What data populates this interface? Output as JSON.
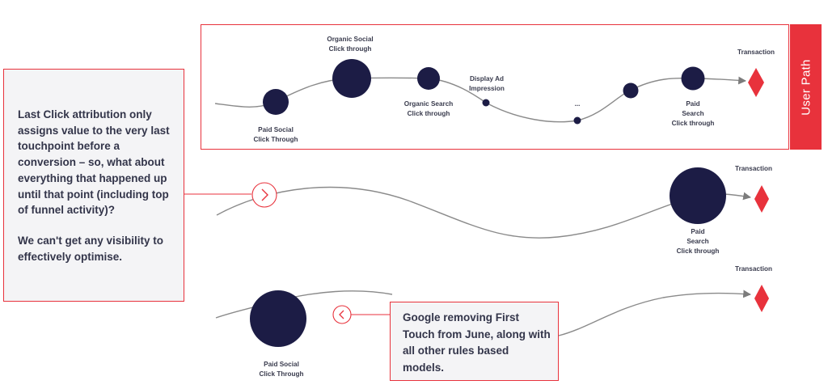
{
  "user_path_label": "User Path",
  "colors": {
    "accent": "#e8323c",
    "node": "#1c1c45",
    "line": "#8a8a8a",
    "callout_bg": "#f4f4f6"
  },
  "top_path": {
    "nodes": [
      {
        "label_lines": [
          "Paid Social",
          "Click Through"
        ]
      },
      {
        "label_lines": [
          "Organic Social",
          "Click through"
        ]
      },
      {
        "label_lines": [
          "Organic Search",
          "Click through"
        ]
      },
      {
        "label_lines": [
          "Display Ad",
          "Impression"
        ]
      },
      {
        "label_lines": [
          "..."
        ]
      },
      {
        "label_lines": [
          "Paid",
          "Search",
          "Click through"
        ]
      }
    ],
    "end_label": "Transaction"
  },
  "middle_path": {
    "node_label_lines": [
      "Paid",
      "Search",
      "Click through"
    ],
    "end_label": "Transaction"
  },
  "bottom_path": {
    "node_label_lines": [
      "Paid Social",
      "Click Through"
    ],
    "end_label": "Transaction"
  },
  "left_callout": {
    "paragraph1": "Last Click attribution only assigns value to the very last touchpoint before a conversion – so, what about everything that happened up until that point (including top of funnel activity)?",
    "paragraph2": "We can't get any visibility to effectively optimise."
  },
  "bottom_callout": {
    "text": "Google removing First Touch  from June, along with all other rules based models."
  },
  "icons": {
    "right": "chevron-right-icon",
    "left": "chevron-left-icon"
  }
}
